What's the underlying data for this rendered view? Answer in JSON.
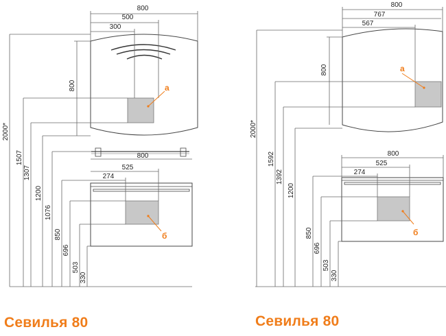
{
  "accent_color": "#f07d1a",
  "panel_fill": "#c8c8c8",
  "left": {
    "title": "Севилья 80",
    "mirror": {
      "width_total": "800",
      "width_mid": "500",
      "width_small": "300",
      "height": "800",
      "height_total": "2000*",
      "label_a": "а"
    },
    "cabinet": {
      "width_total": "800",
      "width_mid": "525",
      "width_small": "274",
      "label_b": "б"
    },
    "levels": [
      "1507",
      "1307",
      "1200",
      "1076",
      "850",
      "696",
      "503",
      "330"
    ]
  },
  "right": {
    "title": "Севилья 80",
    "mirror": {
      "width_total": "800",
      "width_mid": "767",
      "width_small": "567",
      "height": "800",
      "height_total": "2000*",
      "label_a": "а"
    },
    "cabinet": {
      "width_total": "800",
      "width_mid": "525",
      "width_small": "274",
      "label_b": "б"
    },
    "levels": [
      "1592",
      "1392",
      "1200",
      "850",
      "696",
      "503",
      "330"
    ]
  }
}
